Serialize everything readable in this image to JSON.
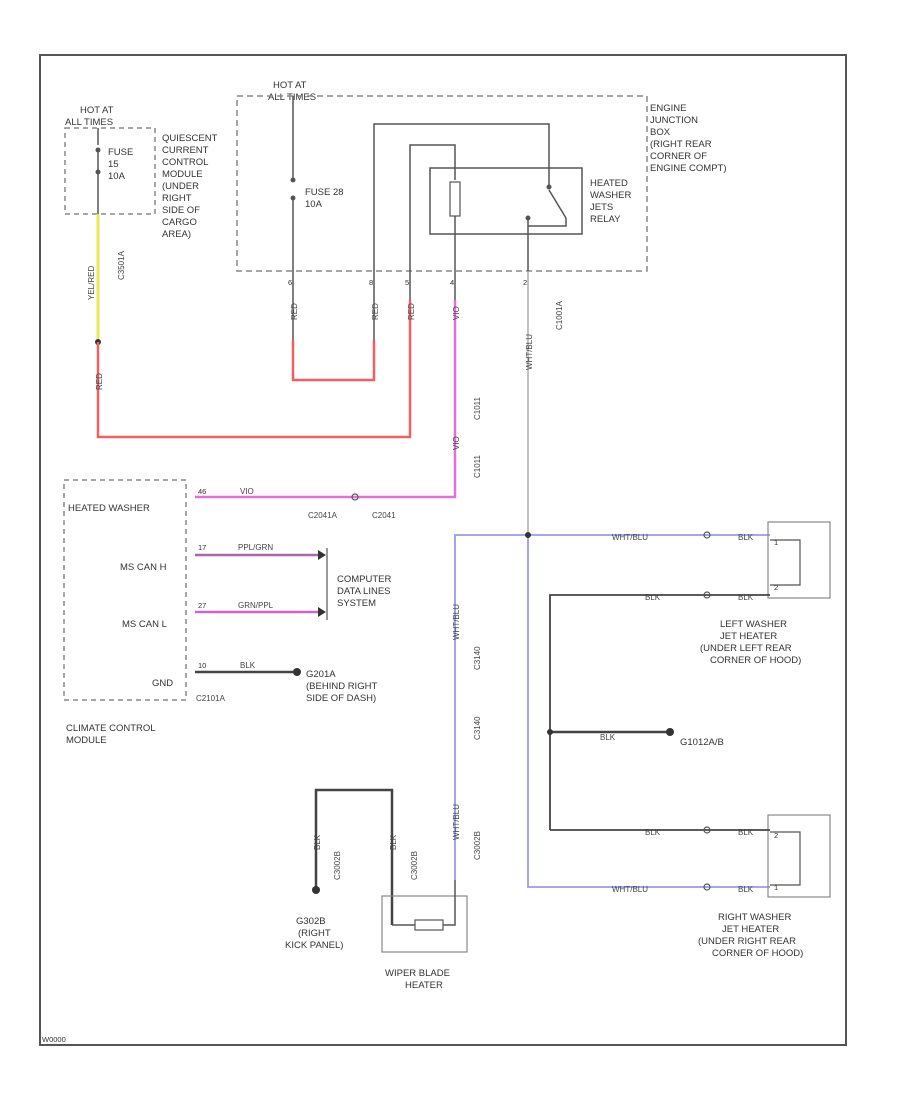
{
  "diagram": {
    "fuse_left": {
      "hot_label_1": "HOT AT",
      "hot_label_2": "ALL TIMES",
      "fuse_1": "FUSE",
      "fuse_2": "15",
      "fuse_3": "10A",
      "module_lines": [
        "QUIESCENT",
        "CURRENT",
        "CONTROL",
        "MODULE",
        "(UNDER",
        "RIGHT",
        "SIDE OF",
        "CARGO",
        "AREA)"
      ],
      "wire_label": "YEL/RED",
      "conn_label": "C3501A"
    },
    "junction_box": {
      "hot_label_1": "HOT AT",
      "hot_label_2": "ALL TIMES",
      "fuse_1": "FUSE 28",
      "fuse_2": "10A",
      "box_lines": [
        "ENGINE",
        "JUNCTION",
        "BOX",
        "(RIGHT REAR",
        "CORNER OF",
        "ENGINE COMPT)"
      ],
      "relay_lines": [
        "HEATED",
        "WASHER",
        "JETS",
        "RELAY"
      ],
      "pin_labels": [
        "6",
        "8",
        "5",
        "4",
        "2"
      ],
      "wire_labels": [
        "RED",
        "RED",
        "RED",
        "VIO"
      ],
      "conn_label": "C1001A",
      "wht_label": "WHT/BLU"
    },
    "wire_segments": {
      "red_label": "RED",
      "vio_label_1": "VIO",
      "conn_1": "C1011",
      "conn_2": "C1011"
    },
    "climate_module": {
      "title": "HEATED WASHER",
      "pins": [
        "MS CAN H",
        "MS CAN L",
        "GND"
      ],
      "pin_numbers": [
        "46",
        "17",
        "27",
        "10"
      ],
      "wire_labels": [
        "VIO",
        "PPL/GRN",
        "GRN/PPL",
        "BLK"
      ],
      "conn_1": "C2041A",
      "conn_2": "C2041",
      "conn_3": "C2101A",
      "name_lines": [
        "CLIMATE CONTROL",
        "MODULE"
      ]
    },
    "data_lines": [
      "COMPUTER",
      "DATA LINES",
      "SYSTEM"
    ],
    "ground_g201": [
      "G201A",
      "(BEHIND RIGHT",
      "SIDE OF DASH)"
    ],
    "blue_wire": {
      "label_1": "WHT/BLU",
      "conn_1": "C3140",
      "conn_2": "C3140",
      "label_2": "WHT/BLU",
      "label_3": "WHT/BLU",
      "conn_3": "C3002B"
    },
    "left_heater": {
      "wire_1": "WHT/BLU",
      "wire_2": "BLK",
      "pin_1": "1",
      "pin_2": "2",
      "pin_wire_1": "BLK",
      "pin_wire_2": "BLK",
      "name_lines": [
        "LEFT WASHER",
        "JET HEATER",
        "(UNDER LEFT REAR",
        "CORNER OF HOOD)"
      ]
    },
    "ground_g1": {
      "wire": "BLK",
      "label": "G1012A/B"
    },
    "right_heater": {
      "wire_1": "BLK",
      "wire_2": "WHT/BLU",
      "pin_1": "2",
      "pin_2": "1",
      "pin_wire_1": "BLK",
      "pin_wire_2": "BLK",
      "name_lines": [
        "RIGHT WASHER",
        "JET HEATER",
        "(UNDER RIGHT REAR",
        "CORNER OF HOOD)"
      ]
    },
    "ground_g2": {
      "name_lines": [
        "G302B",
        "(RIGHT",
        "KICK PANEL)"
      ],
      "wire": "BLK",
      "conn": "C3002B"
    },
    "wiper_heater": {
      "wire": "BLK",
      "conn": "C3002B",
      "name_lines": [
        "WIPER BLADE",
        "HEATER"
      ]
    },
    "footer_code": "W0000"
  }
}
